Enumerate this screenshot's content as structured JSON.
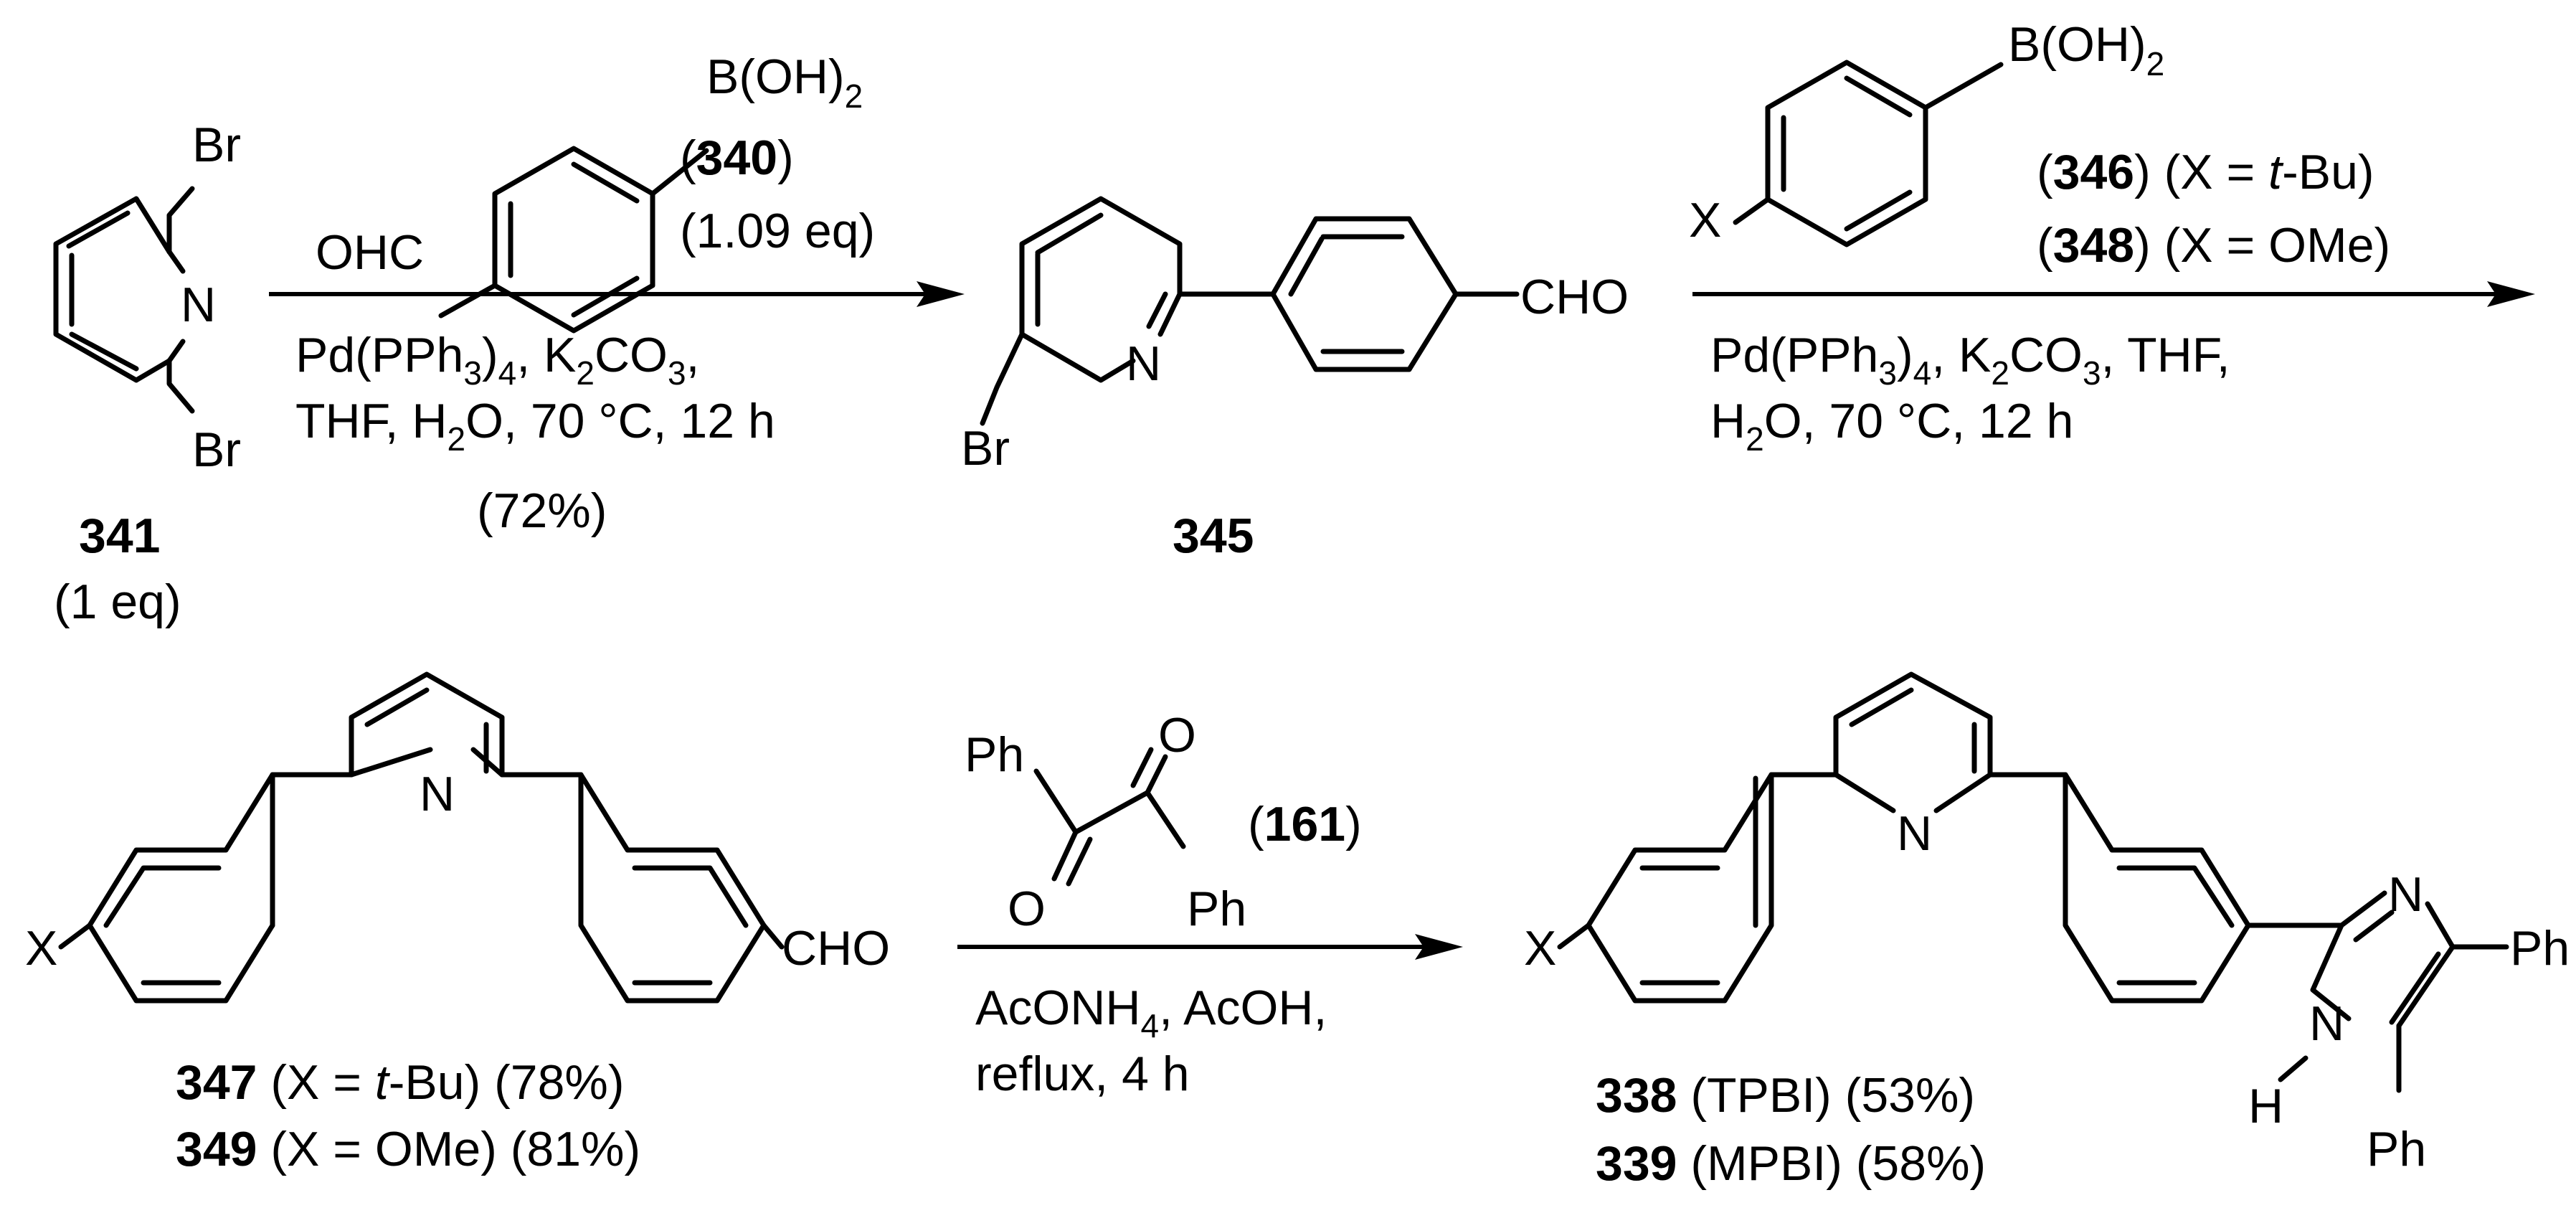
{
  "atoms": {
    "Br": "Br",
    "N": "N",
    "H": "H",
    "O": "O",
    "X": "X",
    "CHO": "CHO",
    "OHC": "OHC",
    "Ph": "Ph",
    "B_OH": "B(OH)",
    "two": "2"
  },
  "compound_341": {
    "num": "341",
    "amount": "(1 eq)"
  },
  "compound_345": {
    "num": "345"
  },
  "step1": {
    "reagent_num": "340",
    "equiv": "(1.09 eq)",
    "line1": [
      "Pd(PPh",
      "3",
      ")",
      "4",
      ", K",
      "2",
      "CO",
      "3",
      ","
    ],
    "line2": [
      "THF, H",
      "2",
      "O, 70 °C, 12 h"
    ],
    "yield": "(72%)"
  },
  "step2": {
    "r1_num": "346",
    "r1_rest": ") (X = ",
    "r1_x": "t",
    "r1_end": "-Bu)",
    "r2_num": "348",
    "r2_rest": ") (X = OMe)",
    "line1": [
      "Pd(PPh",
      "3",
      ")",
      "4",
      ", K",
      "2",
      "CO",
      "3",
      ", THF,"
    ],
    "line2": [
      "H",
      "2",
      "O, 70 °C, 12 h"
    ]
  },
  "products_347_349": {
    "p1_num": "347",
    "p1_a": " (X = ",
    "p1_x": "t",
    "p1_b": "-Bu) (78%)",
    "p2_num": "349",
    "p2_b": " (X = OMe) (81%)"
  },
  "step3": {
    "reagent_num": "161",
    "line1": [
      "AcONH",
      "4",
      ", AcOH,"
    ],
    "line2": "reflux, 4 h"
  },
  "products_338_339": {
    "p1_num": "338",
    "p1_rest": " (TPBI) (53%)",
    "p2_num": "339",
    "p2_rest": " (MPBI) (58%)"
  }
}
